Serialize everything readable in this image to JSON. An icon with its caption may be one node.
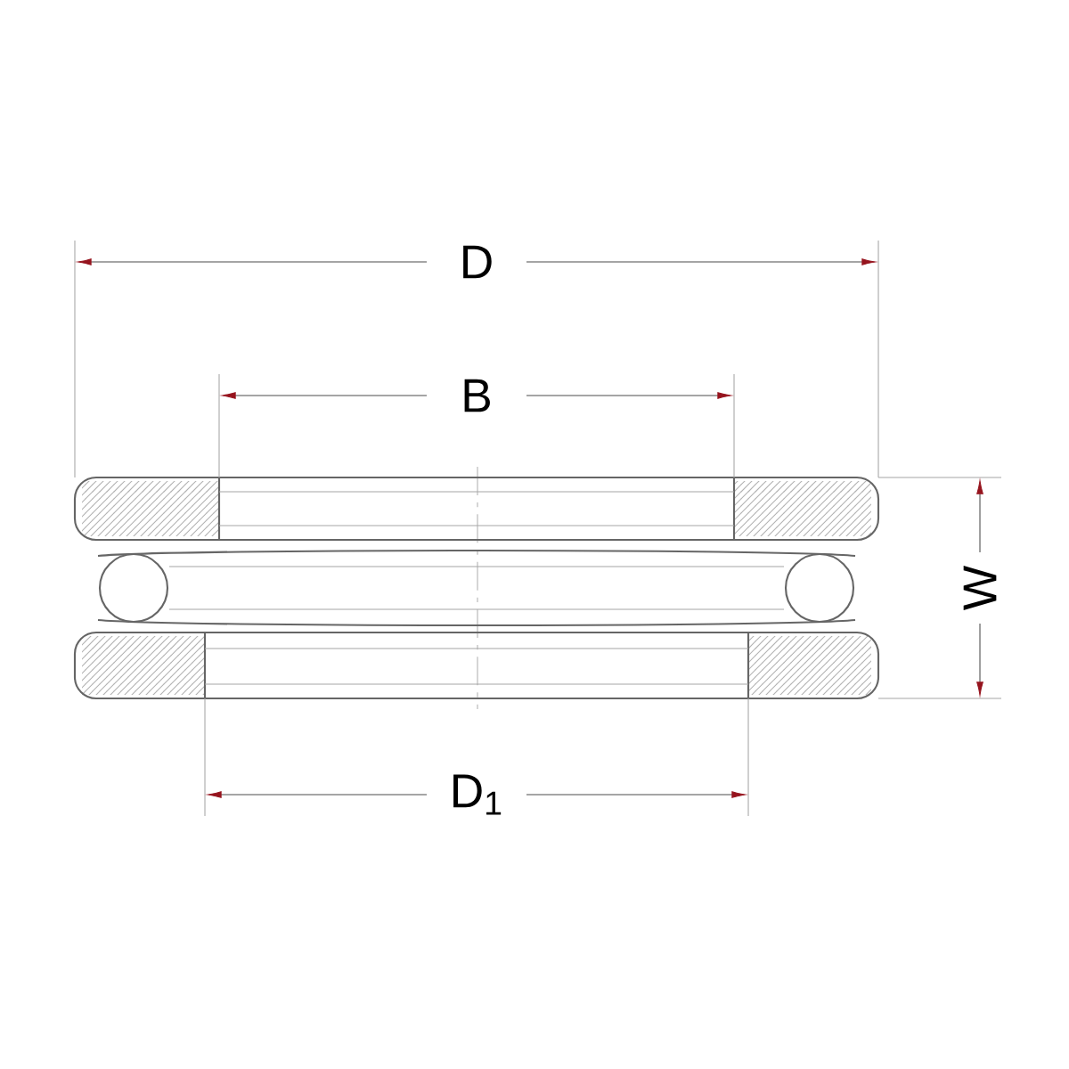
{
  "diagram": {
    "labels": [
      "D",
      "B",
      "D$_{1}$",
      "W"
    ]
  }
}
